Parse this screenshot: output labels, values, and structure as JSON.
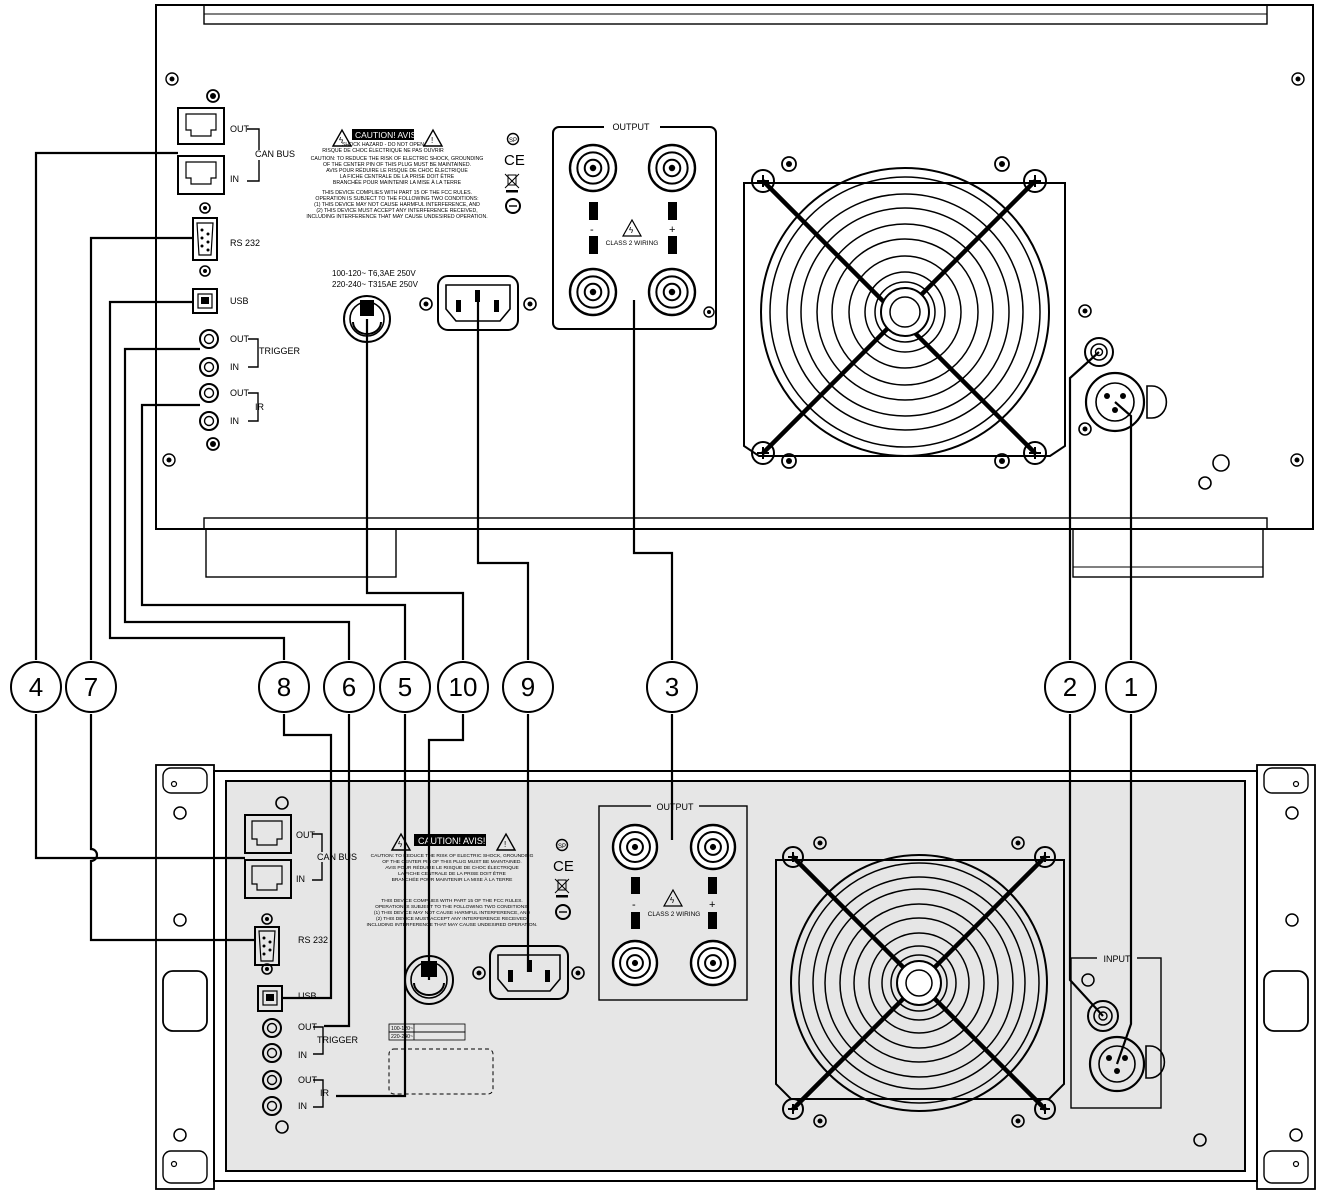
{
  "colors": {
    "ink": "#000000",
    "panel_top": "#ffffff",
    "panel_bottom": "#e6e6e6",
    "rack": "#f4f4f4"
  },
  "top_unit": {
    "can_bus": "CAN BUS",
    "out": "OUT",
    "in": "IN",
    "rs232": "RS 232",
    "usb": "USB",
    "trigger": "TRIGGER",
    "ir": "IR",
    "fuse_line1": "100-120~   T6,3AE 250V",
    "fuse_line2": "220-240~   T315AE 250V",
    "output": "OUTPUT",
    "class2": "CLASS 2 WIRING",
    "minus": "-",
    "plus": "+",
    "caution": "CAUTION! AVIS!",
    "caution_sub1": "SHOCK HAZARD - DO NOT OPEN",
    "caution_sub2": "RISQUE DE CHOC ÉLECTRIQUE NE PAS OUVRIR",
    "warning_lines": [
      "CAUTION: TO REDUCE THE RISK OF ELECTRIC SHOCK, GROUNDING",
      "OF THE CENTER PIN OF THIS PLUG MUST BE MAINTAINED.",
      "AVIS POUR RÉDUIRE LE RISQUE DE CHOC ÉLECTRIQUE",
      "LA FICHE CENTRALE DE LA PRISE DOIT ÊTRE",
      "BRANCHÉE POUR MAINTENIR LA MISE À LA TERRE"
    ],
    "fcc_lines": [
      "THIS DEVICE COMPLIES WITH PART 15 OF THE FCC RULES.",
      "OPERATION IS SUBJECT TO THE FOLLOWING TWO CONDITIONS:",
      "(1) THIS DEVICE MAY NOT CAUSE HARMFUL INTERFERENCE, AND",
      "(2) THIS DEVICE MUST ACCEPT ANY INTERFERENCE RECEIVED,",
      "INCLUDING INTERFERENCE THAT MAY CAUSE UNDESIRED OPERATION."
    ],
    "ce": "CE"
  },
  "bottom_unit": {
    "can_bus": "CAN BUS",
    "out": "OUT",
    "in": "IN",
    "rs232": "RS 232",
    "usb": "USB",
    "trigger": "TRIGGER",
    "ir": "IR",
    "output": "OUTPUT",
    "class2": "CLASS 2 WIRING",
    "minus": "-",
    "plus": "+",
    "input": "INPUT",
    "fuse_line1": "100-120~",
    "fuse_line2": "220-240~",
    "caution": "CAUTION! AVIS!",
    "ce": "CE"
  },
  "callouts": [
    "4",
    "7",
    "8",
    "6",
    "5",
    "10",
    "9",
    "3",
    "2",
    "1"
  ]
}
